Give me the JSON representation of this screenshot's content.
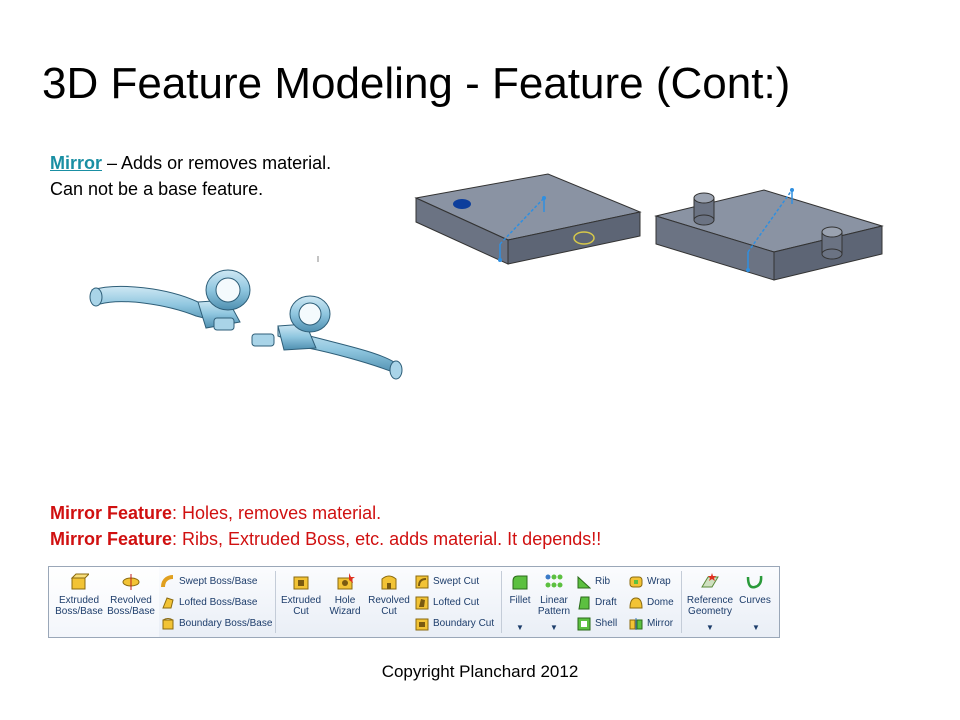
{
  "slide": {
    "title": "3D Feature Modeling - Feature (Cont:)",
    "intro_link": "Mirror",
    "intro_text": " – Adds or removes material. Can not be a base feature.",
    "note1_label": "Mirror Feature",
    "note1_text": ": Holes, removes material.",
    "note2_label": "Mirror Feature",
    "note2_text": ": Ribs, Extruded Boss, etc. adds material. It depends!!",
    "copyright": "Copyright Planchard 2012"
  },
  "toolbar": {
    "extruded_boss": "Extruded Boss/Base",
    "revolved_boss": "Revolved Boss/Base",
    "swept_boss": "Swept Boss/Base",
    "lofted_boss": "Lofted Boss/Base",
    "boundary_boss": "Boundary Boss/Base",
    "extruded_cut": "Extruded Cut",
    "hole_wizard": "Hole Wizard",
    "revolved_cut": "Revolved Cut",
    "swept_cut": "Swept Cut",
    "lofted_cut": "Lofted Cut",
    "boundary_cut": "Boundary Cut",
    "fillet": "Fillet",
    "linear_pattern": "Linear Pattern",
    "rib": "Rib",
    "draft": "Draft",
    "shell": "Shell",
    "wrap": "Wrap",
    "dome": "Dome",
    "mirror": "Mirror",
    "reference_geometry": "Reference Geometry",
    "curves": "Curves"
  },
  "colors": {
    "link": "#1a8fa3",
    "red_text": "#d01010",
    "model_gray": "#7c8596",
    "lever_blue": "#8fc6df"
  }
}
